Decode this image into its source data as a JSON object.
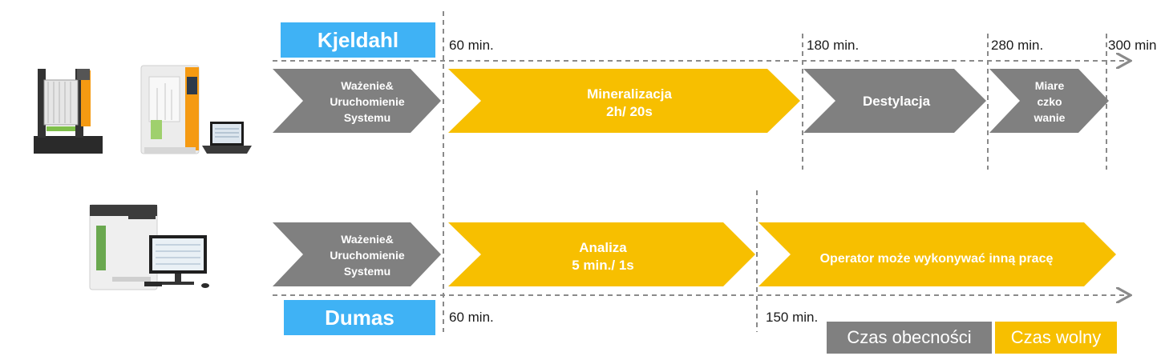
{
  "kjeldahl": {
    "label": "Kjeldahl",
    "ticks": [
      "60 min.",
      "180 min.",
      "280 min.",
      "300 min"
    ],
    "steps": [
      {
        "lines": [
          "Ważenie&",
          "Uruchomienie",
          "Systemu"
        ],
        "kind": "presence"
      },
      {
        "lines": [
          "Mineralizacja",
          "2h/ 20s"
        ],
        "kind": "free"
      },
      {
        "lines": [
          "Destylacja"
        ],
        "kind": "presence"
      },
      {
        "lines": [
          "Miare",
          "czko",
          "wanie"
        ],
        "kind": "presence"
      }
    ]
  },
  "dumas": {
    "label": "Dumas",
    "ticks": [
      "60 min.",
      "150 min."
    ],
    "steps": [
      {
        "lines": [
          "Ważenie&",
          "Uruchomienie",
          "Systemu"
        ],
        "kind": "presence"
      },
      {
        "lines": [
          "Analiza",
          "5 min./ 1s"
        ],
        "kind": "free"
      },
      {
        "lines": [
          "Operator może wykonywać inną pracę"
        ],
        "kind": "free"
      }
    ]
  },
  "legend": {
    "presence": "Czas obecności",
    "free": "Czas wolny"
  },
  "colors": {
    "presence": "#808080",
    "free": "#f7bf00",
    "label": "#3fb2f5",
    "timeline": "#8a8a8a"
  },
  "icons": [
    "kjeldahl-digestion-unit-icon",
    "kjeldahl-distillation-unit-icon",
    "laptop-icon",
    "dumas-analyzer-icon",
    "monitor-icon"
  ]
}
